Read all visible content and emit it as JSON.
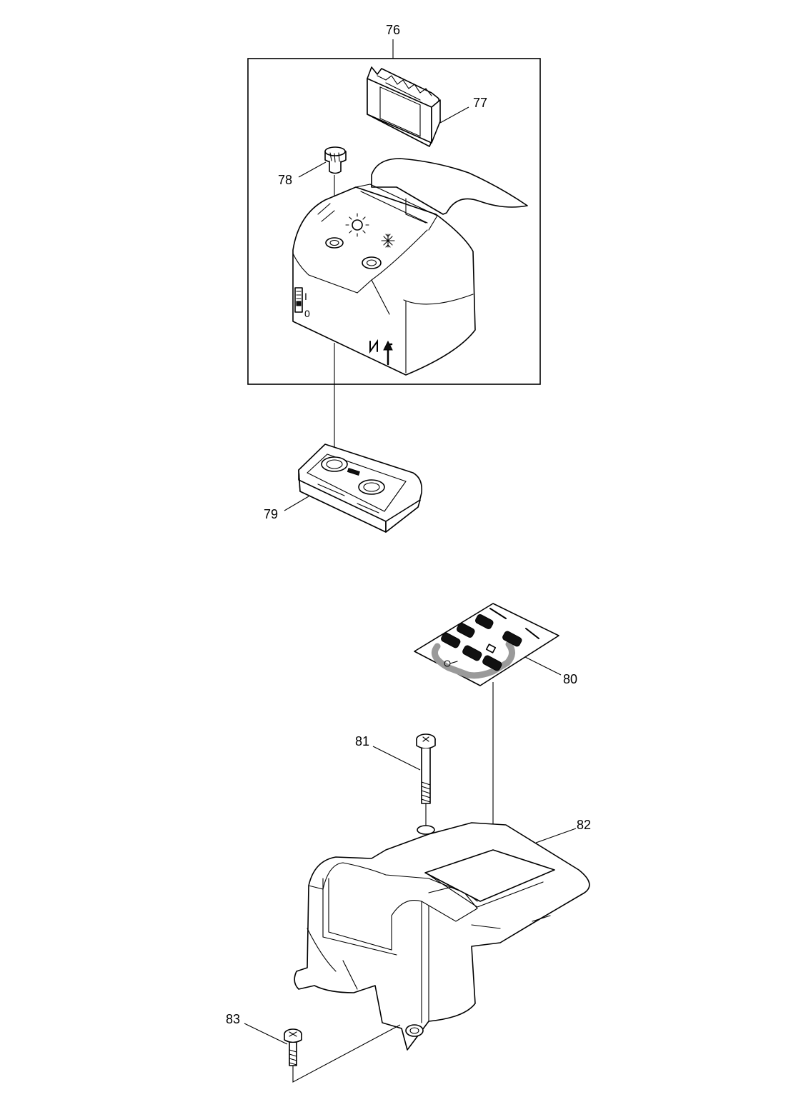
{
  "callouts": {
    "c76": "76",
    "c77": "77",
    "c78": "78",
    "c79": "79",
    "c80": "80",
    "c81": "81",
    "c82": "82",
    "c83": "83"
  },
  "cover_markings": {
    "switch_on": "I",
    "switch_off": "0"
  }
}
